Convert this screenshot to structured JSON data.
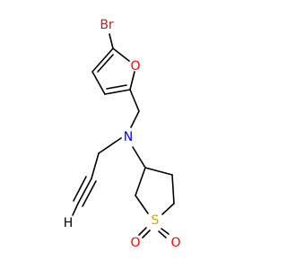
{
  "molecule": {
    "atoms": {
      "br": {
        "label": "Br",
        "color": "#a52a2a"
      },
      "o_ring": {
        "label": "O",
        "color": "#ff0000"
      },
      "n": {
        "label": "N",
        "color": "#0000ff"
      },
      "s": {
        "label": "S",
        "color": "#ccaa00"
      },
      "o_sulfonyl_left": {
        "label": "O",
        "color": "#ff0000"
      },
      "o_sulfonyl_right": {
        "label": "O",
        "color": "#ff0000"
      },
      "h_terminal": {
        "label": "H",
        "color": "#000000"
      }
    },
    "bond_color": "#000000"
  }
}
